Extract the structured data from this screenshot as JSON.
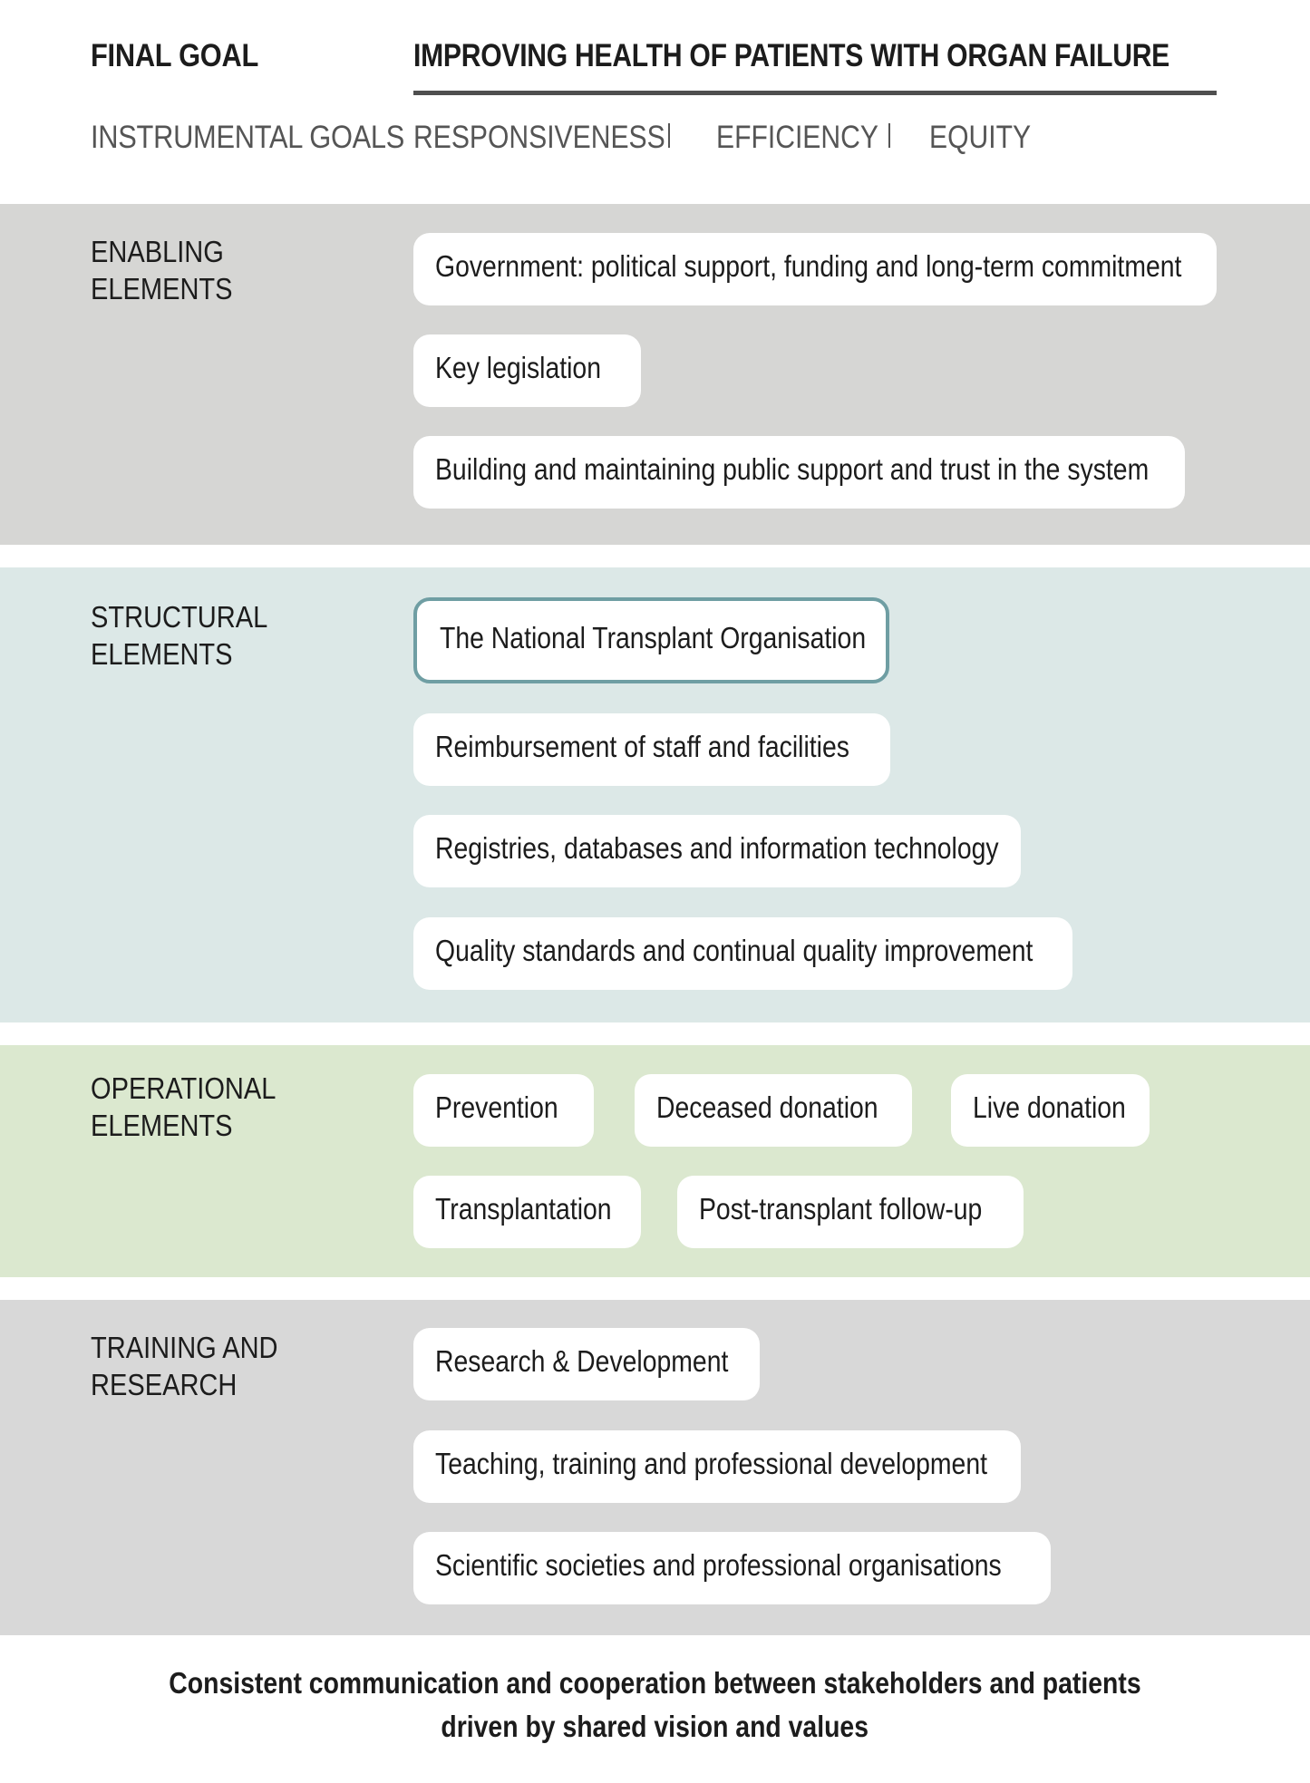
{
  "final_goal": {
    "label": "FINAL GOAL",
    "text": "IMPROVING HEALTH OF PATIENTS WITH ORGAN FAILURE"
  },
  "instrumental_goals": {
    "label": "INSTRUMENTAL GOALS",
    "items": [
      "RESPONSIVENESS",
      "EFFICIENCY",
      "EQUITY"
    ]
  },
  "sections": [
    {
      "label_line1": "ENABLING",
      "label_line2": "ELEMENTS",
      "color": "#d6d6d4",
      "items": [
        "Government: political support, funding and long-term commitment",
        "Key legislation",
        "Building and maintaining public support and trust in the system"
      ]
    },
    {
      "label_line1": "STRUCTURAL",
      "label_line2": "ELEMENTS",
      "color": "#dce8e7",
      "items": [
        "The National Transplant Organisation",
        "Reimbursement of staff and facilities",
        "Registries, databases and information technology",
        "Quality standards and continual quality improvement"
      ]
    },
    {
      "label_line1": "OPERATIONAL",
      "label_line2": "ELEMENTS",
      "color": "#dbe8cf",
      "items": [
        "Prevention",
        "Deceased donation",
        "Live donation",
        "Transplantation",
        "Post-transplant follow-up"
      ]
    },
    {
      "label_line1": "TRAINING AND",
      "label_line2": "RESEARCH",
      "color": "#d8d8d8",
      "items": [
        "Research & Development",
        "Teaching, training and professional development",
        "Scientific societies and professional organisations"
      ]
    }
  ],
  "colors": {
    "highlight_border": "#6f9ea3",
    "rule": "#4f4f4f"
  },
  "footer": {
    "line1": "Consistent communication and cooperation between stakeholders and patients",
    "line2": "driven by shared vision and values"
  }
}
